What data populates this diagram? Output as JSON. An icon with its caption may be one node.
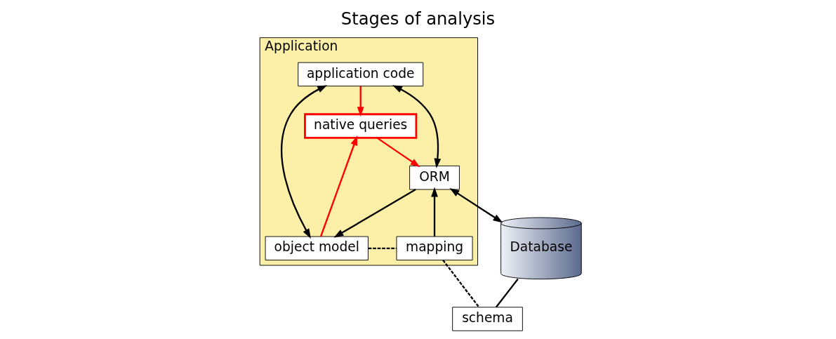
{
  "diagram": {
    "title": "Stages of analysis",
    "nodes": [
      {
        "text": [
          "Application"
        ]
      },
      {
        "text": [
          "application code"
        ],
        "in": 0
      },
      {
        "text": [
          "native queries"
        ],
        "in": 0
      },
      {
        "text": [
          "ORM"
        ],
        "in": 0
      },
      {
        "text": [
          "object model"
        ],
        "in": 0
      },
      {
        "text": [
          "mapping"
        ],
        "in": 0
      },
      {
        "text": [
          "Database"
        ]
      },
      {
        "text": [
          "schema"
        ]
      }
    ],
    "edges": [
      {
        "from": 1,
        "to": 2,
        "arrow": "to",
        "color": "#ff0000"
      },
      {
        "from": 2,
        "to": 3,
        "arrow": "to",
        "color": "#ff0000"
      },
      {
        "from": 4,
        "to": 2,
        "arrow": "to",
        "color": "#ff0000"
      },
      {
        "from": 1,
        "to": 4,
        "arrow": "both"
      },
      {
        "from": 1,
        "to": 3,
        "arrow": "both"
      },
      {
        "from": 3,
        "to": 4,
        "arrow": "to"
      },
      {
        "from": 5,
        "to": 3,
        "arrow": "to"
      },
      {
        "from": 3,
        "to": 6,
        "arrow": "both"
      },
      {
        "from": 6,
        "to": 7,
        "arrow": "none"
      },
      {
        "from": 4,
        "to": 5,
        "arrow": "none",
        "style": "dashed"
      },
      {
        "from": 5,
        "to": 7,
        "arrow": "none",
        "style": "dashed"
      }
    ]
  }
}
